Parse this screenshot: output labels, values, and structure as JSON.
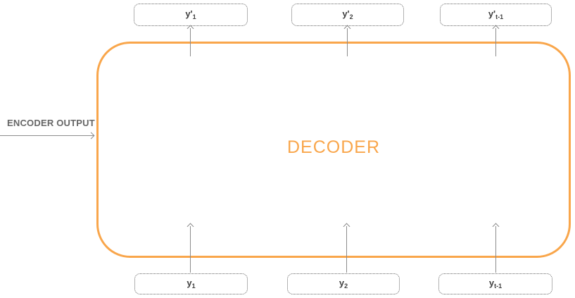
{
  "diagram": {
    "decoder_label": "DECODER",
    "encoder_output_label": "ENCODER OUTPUT",
    "colors": {
      "decoder_border": "#F9A64B",
      "decoder_text": "#F9A64B",
      "label_text": "#666666",
      "box_label_text": "#404040",
      "arrow": "#8C8C8C",
      "dotted_box_border": "#666666"
    },
    "output_tokens": [
      {
        "base": "y'",
        "sub": "1"
      },
      {
        "base": "y'",
        "sub": "2"
      },
      {
        "base": "y'",
        "sub": "t-1"
      }
    ],
    "input_tokens": [
      {
        "base": "y",
        "sub": "1"
      },
      {
        "base": "y",
        "sub": "2"
      },
      {
        "base": "y",
        "sub": "t-1"
      }
    ]
  }
}
